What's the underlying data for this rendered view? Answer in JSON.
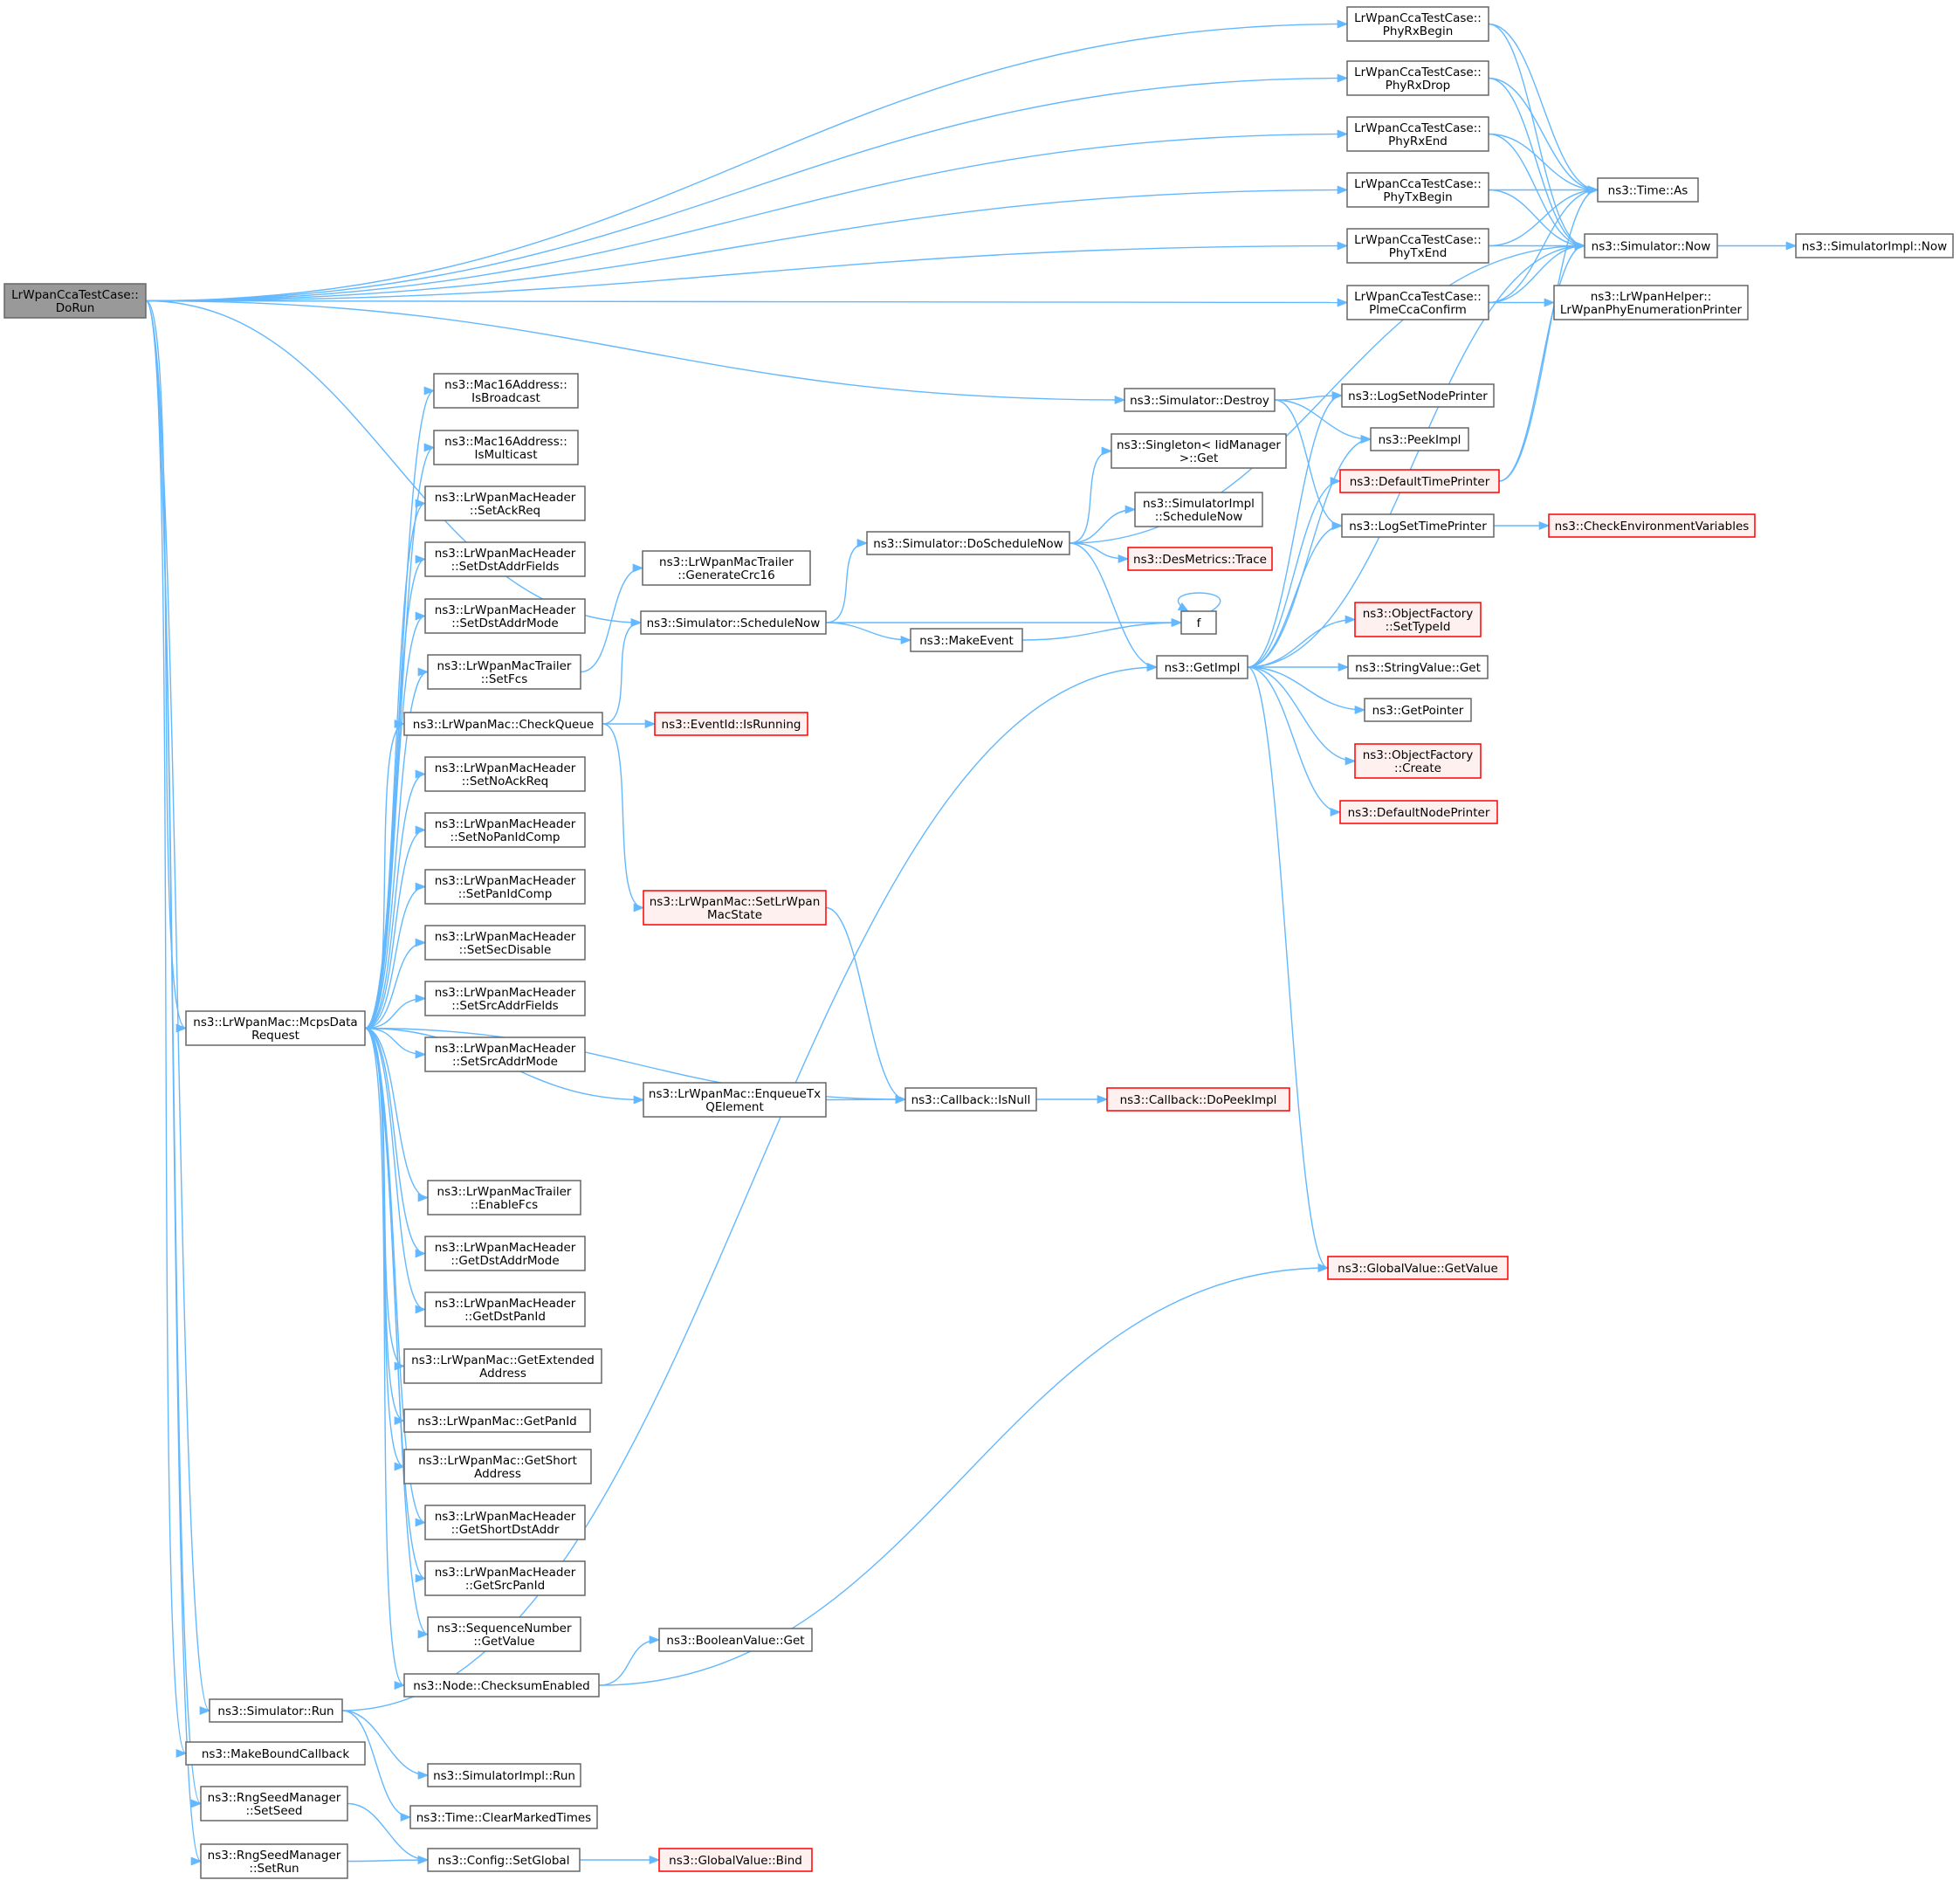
{
  "graph": {
    "colors": {
      "edge": "#63b8ff",
      "node_border": "#666666",
      "root_fill": "#999999",
      "truncated_border": "#ff0000",
      "truncated_fill": "#fff0f0"
    },
    "nodes": [
      {
        "id": "root",
        "lines": [
          "LrWpanCcaTestCase::",
          "DoRun"
        ],
        "kind": "root"
      },
      {
        "id": "phyRxBegin",
        "lines": [
          "LrWpanCcaTestCase::",
          "PhyRxBegin"
        ],
        "kind": "plain"
      },
      {
        "id": "phyRxDrop",
        "lines": [
          "LrWpanCcaTestCase::",
          "PhyRxDrop"
        ],
        "kind": "plain"
      },
      {
        "id": "phyRxEnd",
        "lines": [
          "LrWpanCcaTestCase::",
          "PhyRxEnd"
        ],
        "kind": "plain"
      },
      {
        "id": "phyTxBegin",
        "lines": [
          "LrWpanCcaTestCase::",
          "PhyTxBegin"
        ],
        "kind": "plain"
      },
      {
        "id": "phyTxEnd",
        "lines": [
          "LrWpanCcaTestCase::",
          "PhyTxEnd"
        ],
        "kind": "plain"
      },
      {
        "id": "plmeCca",
        "lines": [
          "LrWpanCcaTestCase::",
          "PlmeCcaConfirm"
        ],
        "kind": "plain"
      },
      {
        "id": "timeAs",
        "lines": [
          "ns3::Time::As"
        ],
        "kind": "plain"
      },
      {
        "id": "simNow",
        "lines": [
          "ns3::Simulator::Now"
        ],
        "kind": "plain"
      },
      {
        "id": "simImplNow",
        "lines": [
          "ns3::SimulatorImpl::Now"
        ],
        "kind": "plain"
      },
      {
        "id": "phyEnumPrinter",
        "lines": [
          "ns3::LrWpanHelper::",
          "LrWpanPhyEnumerationPrinter"
        ],
        "kind": "plain"
      },
      {
        "id": "simDestroy",
        "lines": [
          "ns3::Simulator::Destroy"
        ],
        "kind": "plain"
      },
      {
        "id": "logSetNode",
        "lines": [
          "ns3::LogSetNodePrinter"
        ],
        "kind": "plain"
      },
      {
        "id": "peekImpl",
        "lines": [
          "ns3::PeekImpl"
        ],
        "kind": "plain"
      },
      {
        "id": "defTimePrinter",
        "lines": [
          "ns3::DefaultTimePrinter"
        ],
        "kind": "trunc"
      },
      {
        "id": "logSetTime",
        "lines": [
          "ns3::LogSetTimePrinter"
        ],
        "kind": "plain"
      },
      {
        "id": "checkEnv",
        "lines": [
          "ns3::CheckEnvironmentVariables"
        ],
        "kind": "trunc"
      },
      {
        "id": "singletonGet",
        "lines": [
          "ns3::Singleton< IidManager",
          ">::Get"
        ],
        "kind": "plain"
      },
      {
        "id": "simImplSchedNow",
        "lines": [
          "ns3::SimulatorImpl",
          "::ScheduleNow"
        ],
        "kind": "plain"
      },
      {
        "id": "desTrace",
        "lines": [
          "ns3::DesMetrics::Trace"
        ],
        "kind": "trunc"
      },
      {
        "id": "doScheduleNow",
        "lines": [
          "ns3::Simulator::DoScheduleNow"
        ],
        "kind": "plain"
      },
      {
        "id": "genCrc",
        "lines": [
          "ns3::LrWpanMacTrailer",
          "::GenerateCrc16"
        ],
        "kind": "plain"
      },
      {
        "id": "scheduleNow",
        "lines": [
          "ns3::Simulator::ScheduleNow"
        ],
        "kind": "plain"
      },
      {
        "id": "makeEvent",
        "lines": [
          "ns3::MakeEvent"
        ],
        "kind": "plain"
      },
      {
        "id": "f",
        "lines": [
          "f"
        ],
        "kind": "plain"
      },
      {
        "id": "getImpl",
        "lines": [
          "ns3::GetImpl"
        ],
        "kind": "plain"
      },
      {
        "id": "setTypeId",
        "lines": [
          "ns3::ObjectFactory",
          "::SetTypeId"
        ],
        "kind": "trunc"
      },
      {
        "id": "strValGet",
        "lines": [
          "ns3::StringValue::Get"
        ],
        "kind": "plain"
      },
      {
        "id": "getPointer",
        "lines": [
          "ns3::GetPointer"
        ],
        "kind": "plain"
      },
      {
        "id": "ofCreate",
        "lines": [
          "ns3::ObjectFactory",
          "::Create"
        ],
        "kind": "trunc"
      },
      {
        "id": "defNodePrinter",
        "lines": [
          "ns3::DefaultNodePrinter"
        ],
        "kind": "trunc"
      },
      {
        "id": "gvGetValue",
        "lines": [
          "ns3::GlobalValue::GetValue"
        ],
        "kind": "trunc"
      },
      {
        "id": "isBroadcast",
        "lines": [
          "ns3::Mac16Address::",
          "IsBroadcast"
        ],
        "kind": "plain"
      },
      {
        "id": "isMulticast",
        "lines": [
          "ns3::Mac16Address::",
          "IsMulticast"
        ],
        "kind": "plain"
      },
      {
        "id": "setAckReq",
        "lines": [
          "ns3::LrWpanMacHeader",
          "::SetAckReq"
        ],
        "kind": "plain"
      },
      {
        "id": "setDstAddrFields",
        "lines": [
          "ns3::LrWpanMacHeader",
          "::SetDstAddrFields"
        ],
        "kind": "plain"
      },
      {
        "id": "setDstAddrMode",
        "lines": [
          "ns3::LrWpanMacHeader",
          "::SetDstAddrMode"
        ],
        "kind": "plain"
      },
      {
        "id": "setFcs",
        "lines": [
          "ns3::LrWpanMacTrailer",
          "::SetFcs"
        ],
        "kind": "plain"
      },
      {
        "id": "checkQueue",
        "lines": [
          "ns3::LrWpanMac::CheckQueue"
        ],
        "kind": "plain"
      },
      {
        "id": "eventRunning",
        "lines": [
          "ns3::EventId::IsRunning"
        ],
        "kind": "trunc"
      },
      {
        "id": "setNoAckReq",
        "lines": [
          "ns3::LrWpanMacHeader",
          "::SetNoAckReq"
        ],
        "kind": "plain"
      },
      {
        "id": "setNoPanIdComp",
        "lines": [
          "ns3::LrWpanMacHeader",
          "::SetNoPanIdComp"
        ],
        "kind": "plain"
      },
      {
        "id": "setPanIdComp",
        "lines": [
          "ns3::LrWpanMacHeader",
          "::SetPanIdComp"
        ],
        "kind": "plain"
      },
      {
        "id": "setMacState",
        "lines": [
          "ns3::LrWpanMac::SetLrWpan",
          "MacState"
        ],
        "kind": "trunc"
      },
      {
        "id": "setSecDisable",
        "lines": [
          "ns3::LrWpanMacHeader",
          "::SetSecDisable"
        ],
        "kind": "plain"
      },
      {
        "id": "setSrcAddrFields",
        "lines": [
          "ns3::LrWpanMacHeader",
          "::SetSrcAddrFields"
        ],
        "kind": "plain"
      },
      {
        "id": "mcps",
        "lines": [
          "ns3::LrWpanMac::McpsData",
          "Request"
        ],
        "kind": "plain"
      },
      {
        "id": "setSrcAddrMode",
        "lines": [
          "ns3::LrWpanMacHeader",
          "::SetSrcAddrMode"
        ],
        "kind": "plain"
      },
      {
        "id": "enqueueTx",
        "lines": [
          "ns3::LrWpanMac::EnqueueTx",
          "QElement"
        ],
        "kind": "plain"
      },
      {
        "id": "cbIsNull",
        "lines": [
          "ns3::Callback::IsNull"
        ],
        "kind": "plain"
      },
      {
        "id": "cbDoPeek",
        "lines": [
          "ns3::Callback::DoPeekImpl"
        ],
        "kind": "trunc"
      },
      {
        "id": "enableFcs",
        "lines": [
          "ns3::LrWpanMacTrailer",
          "::EnableFcs"
        ],
        "kind": "plain"
      },
      {
        "id": "getDstAddrMode",
        "lines": [
          "ns3::LrWpanMacHeader",
          "::GetDstAddrMode"
        ],
        "kind": "plain"
      },
      {
        "id": "getDstPanId",
        "lines": [
          "ns3::LrWpanMacHeader",
          "::GetDstPanId"
        ],
        "kind": "plain"
      },
      {
        "id": "getExtAddr",
        "lines": [
          "ns3::LrWpanMac::GetExtended",
          "Address"
        ],
        "kind": "plain"
      },
      {
        "id": "getPanId",
        "lines": [
          "ns3::LrWpanMac::GetPanId"
        ],
        "kind": "plain"
      },
      {
        "id": "getShortAddr",
        "lines": [
          "ns3::LrWpanMac::GetShort",
          "Address"
        ],
        "kind": "plain"
      },
      {
        "id": "getShortDst",
        "lines": [
          "ns3::LrWpanMacHeader",
          "::GetShortDstAddr"
        ],
        "kind": "plain"
      },
      {
        "id": "getSrcPanId",
        "lines": [
          "ns3::LrWpanMacHeader",
          "::GetSrcPanId"
        ],
        "kind": "plain"
      },
      {
        "id": "seqGetValue",
        "lines": [
          "ns3::SequenceNumber",
          "::GetValue"
        ],
        "kind": "plain"
      },
      {
        "id": "boolGet",
        "lines": [
          "ns3::BooleanValue::Get"
        ],
        "kind": "plain"
      },
      {
        "id": "checksum",
        "lines": [
          "ns3::Node::ChecksumEnabled"
        ],
        "kind": "plain"
      },
      {
        "id": "simRun",
        "lines": [
          "ns3::Simulator::Run"
        ],
        "kind": "plain"
      },
      {
        "id": "makeBound",
        "lines": [
          "ns3::MakeBoundCallback"
        ],
        "kind": "plain"
      },
      {
        "id": "simImplRun",
        "lines": [
          "ns3::SimulatorImpl::Run"
        ],
        "kind": "plain"
      },
      {
        "id": "setSeed",
        "lines": [
          "ns3::RngSeedManager",
          "::SetSeed"
        ],
        "kind": "plain"
      },
      {
        "id": "clearMarked",
        "lines": [
          "ns3::Time::ClearMarkedTimes"
        ],
        "kind": "plain"
      },
      {
        "id": "setRun",
        "lines": [
          "ns3::RngSeedManager",
          "::SetRun"
        ],
        "kind": "plain"
      },
      {
        "id": "setGlobal",
        "lines": [
          "ns3::Config::SetGlobal"
        ],
        "kind": "plain"
      },
      {
        "id": "gvBind",
        "lines": [
          "ns3::GlobalValue::Bind"
        ],
        "kind": "trunc"
      }
    ],
    "edges": [
      [
        "root",
        "phyRxBegin"
      ],
      [
        "root",
        "phyRxDrop"
      ],
      [
        "root",
        "phyRxEnd"
      ],
      [
        "root",
        "phyTxBegin"
      ],
      [
        "root",
        "phyTxEnd"
      ],
      [
        "root",
        "plmeCca"
      ],
      [
        "root",
        "simDestroy"
      ],
      [
        "root",
        "scheduleNow"
      ],
      [
        "root",
        "mcps"
      ],
      [
        "root",
        "simRun"
      ],
      [
        "root",
        "makeBound"
      ],
      [
        "root",
        "setSeed"
      ],
      [
        "root",
        "setRun"
      ],
      [
        "phyRxBegin",
        "timeAs"
      ],
      [
        "phyRxBegin",
        "simNow"
      ],
      [
        "phyRxDrop",
        "timeAs"
      ],
      [
        "phyRxDrop",
        "simNow"
      ],
      [
        "phyRxEnd",
        "timeAs"
      ],
      [
        "phyRxEnd",
        "simNow"
      ],
      [
        "phyTxBegin",
        "timeAs"
      ],
      [
        "phyTxBegin",
        "simNow"
      ],
      [
        "phyTxEnd",
        "timeAs"
      ],
      [
        "phyTxEnd",
        "simNow"
      ],
      [
        "plmeCca",
        "timeAs"
      ],
      [
        "plmeCca",
        "simNow"
      ],
      [
        "plmeCca",
        "phyEnumPrinter"
      ],
      [
        "simNow",
        "simImplNow"
      ],
      [
        "simDestroy",
        "logSetNode"
      ],
      [
        "simDestroy",
        "peekImpl"
      ],
      [
        "simDestroy",
        "logSetTime"
      ],
      [
        "defTimePrinter",
        "timeAs"
      ],
      [
        "defTimePrinter",
        "simNow"
      ],
      [
        "logSetTime",
        "checkEnv"
      ],
      [
        "doScheduleNow",
        "singletonGet"
      ],
      [
        "doScheduleNow",
        "simImplSchedNow"
      ],
      [
        "doScheduleNow",
        "desTrace"
      ],
      [
        "doScheduleNow",
        "getImpl"
      ],
      [
        "doScheduleNow",
        "simNow"
      ],
      [
        "scheduleNow",
        "doScheduleNow"
      ],
      [
        "scheduleNow",
        "makeEvent"
      ],
      [
        "scheduleNow",
        "f"
      ],
      [
        "makeEvent",
        "f"
      ],
      [
        "f",
        "f"
      ],
      [
        "getImpl",
        "logSetNode"
      ],
      [
        "getImpl",
        "peekImpl"
      ],
      [
        "getImpl",
        "defTimePrinter"
      ],
      [
        "getImpl",
        "logSetTime"
      ],
      [
        "getImpl",
        "simNow"
      ],
      [
        "getImpl",
        "setTypeId"
      ],
      [
        "getImpl",
        "strValGet"
      ],
      [
        "getImpl",
        "getPointer"
      ],
      [
        "getImpl",
        "ofCreate"
      ],
      [
        "getImpl",
        "defNodePrinter"
      ],
      [
        "getImpl",
        "gvGetValue"
      ],
      [
        "mcps",
        "isBroadcast"
      ],
      [
        "mcps",
        "isMulticast"
      ],
      [
        "mcps",
        "setAckReq"
      ],
      [
        "mcps",
        "setDstAddrFields"
      ],
      [
        "mcps",
        "setDstAddrMode"
      ],
      [
        "mcps",
        "setFcs"
      ],
      [
        "mcps",
        "checkQueue"
      ],
      [
        "mcps",
        "setNoAckReq"
      ],
      [
        "mcps",
        "setNoPanIdComp"
      ],
      [
        "mcps",
        "setPanIdComp"
      ],
      [
        "mcps",
        "setSecDisable"
      ],
      [
        "mcps",
        "setSrcAddrFields"
      ],
      [
        "mcps",
        "setSrcAddrMode"
      ],
      [
        "mcps",
        "enqueueTx"
      ],
      [
        "mcps",
        "cbIsNull"
      ],
      [
        "mcps",
        "enableFcs"
      ],
      [
        "mcps",
        "getDstAddrMode"
      ],
      [
        "mcps",
        "getDstPanId"
      ],
      [
        "mcps",
        "getExtAddr"
      ],
      [
        "mcps",
        "getPanId"
      ],
      [
        "mcps",
        "getShortAddr"
      ],
      [
        "mcps",
        "getShortDst"
      ],
      [
        "mcps",
        "getSrcPanId"
      ],
      [
        "mcps",
        "seqGetValue"
      ],
      [
        "mcps",
        "checksum"
      ],
      [
        "setFcs",
        "genCrc"
      ],
      [
        "checkQueue",
        "scheduleNow"
      ],
      [
        "checkQueue",
        "eventRunning"
      ],
      [
        "checkQueue",
        "setMacState"
      ],
      [
        "setMacState",
        "cbIsNull"
      ],
      [
        "enqueueTx",
        "cbIsNull"
      ],
      [
        "cbIsNull",
        "cbDoPeek"
      ],
      [
        "checksum",
        "boolGet"
      ],
      [
        "checksum",
        "gvGetValue"
      ],
      [
        "simRun",
        "getImpl"
      ],
      [
        "simRun",
        "simImplRun"
      ],
      [
        "simRun",
        "clearMarked"
      ],
      [
        "setSeed",
        "setGlobal"
      ],
      [
        "setRun",
        "setGlobal"
      ],
      [
        "setGlobal",
        "gvBind"
      ]
    ]
  }
}
